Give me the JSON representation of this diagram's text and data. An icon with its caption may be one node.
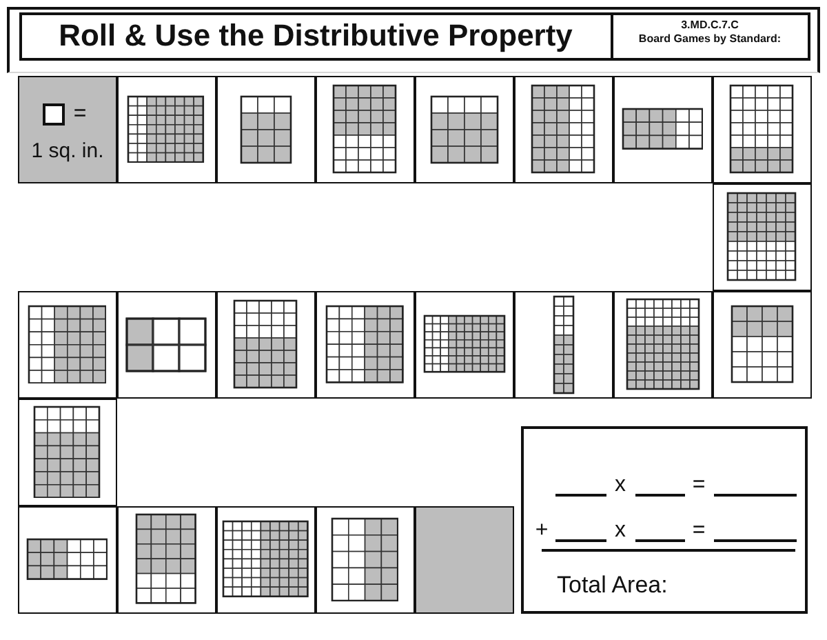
{
  "diagram": {
    "title": "Roll & Use the Distributive Property",
    "nodes": [
      {
        "text": [
          "=",
          "1 sq. in."
        ]
      },
      {
        "text": [],
        "shape": "box"
      },
      {
        "text": [],
        "shape": "box"
      },
      {
        "text": [],
        "shape": "box"
      },
      {
        "text": [],
        "shape": "box"
      },
      {
        "text": [],
        "shape": "box"
      },
      {
        "text": [],
        "shape": "box"
      },
      {
        "text": [],
        "shape": "box"
      },
      {
        "text": [],
        "shape": "box"
      },
      {
        "text": [],
        "shape": "box"
      },
      {
        "text": [],
        "shape": "box"
      },
      {
        "text": [],
        "shape": "box"
      },
      {
        "text": [],
        "shape": "box"
      },
      {
        "text": [],
        "shape": "box"
      },
      {
        "text": [],
        "shape": "box"
      },
      {
        "text": [],
        "shape": "box"
      },
      {
        "text": [],
        "shape": "box"
      },
      {
        "text": [],
        "shape": "box"
      },
      {
        "text": [
          "x",
          "=",
          "+",
          "x",
          "=",
          "Total Area:"
        ]
      },
      {
        "text": [],
        "shape": "box"
      },
      {
        "text": [],
        "shape": "box"
      },
      {
        "text": [],
        "shape": "box"
      },
      {
        "text": [],
        "shape": "box"
      },
      {
        "text": [],
        "shape": "box"
      }
    ],
    "labels": [
      "3.MD.C.7.C",
      "Board Games by Standard:"
    ]
  }
}
